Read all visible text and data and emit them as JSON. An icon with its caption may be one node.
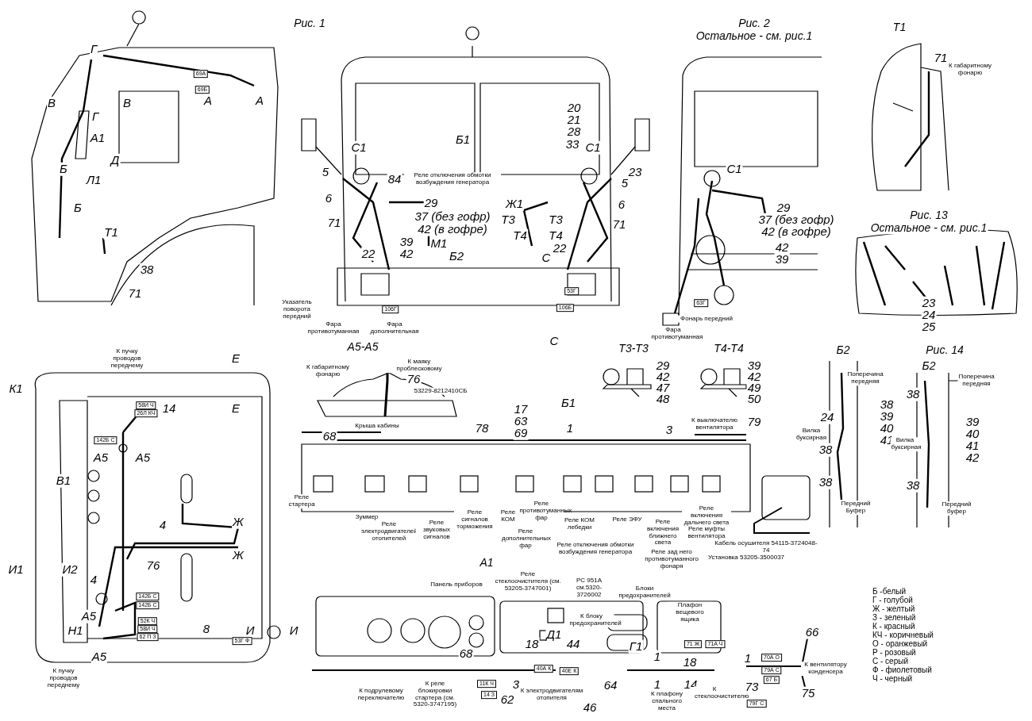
{
  "diagram": {
    "labels": [
      "Рис. 1",
      "Г",
      "69А",
      "69Б",
      "В",
      "В",
      "А",
      "А",
      "Г",
      "А1",
      "Д",
      "Б",
      "Л1",
      "Б",
      "Т1",
      "38",
      "71",
      "20",
      "21",
      "28",
      "33",
      "С1",
      "С1",
      "Б1",
      "5",
      "84",
      "Реле отключения обмотки возбуждения генератора",
      "23",
      "5",
      "6",
      "29",
      "37 (без гофр)",
      "42 (в гофре)",
      "Ж1",
      "Т3",
      "Т3",
      "6",
      "71",
      "71",
      "Т4",
      "Т4",
      "39",
      "42",
      "М1",
      "22",
      "22",
      "Б2",
      "С",
      "53Г",
      "106Г",
      "106Б",
      "Указатель поворота передний",
      "Фара противотуманная",
      "Фара дополнительная",
      "С",
      "Рис. 2",
      "Остальное - см. рис.1",
      "С1",
      "29",
      "37 (без гофр)",
      "42 (в гофре)",
      "42",
      "39",
      "63Г",
      "Фонарь передний",
      "Фара противотуманная",
      "Т1",
      "71",
      "К габаритному фонарю",
      "Рис. 13",
      "Остальное - см. рис.1",
      "23",
      "24",
      "25",
      "К пучку проводов переднему",
      "Е",
      "К1",
      "14",
      "Е",
      "58И Ч",
      "26Л КЧ",
      "142Б С",
      "А5",
      "А5",
      "В1",
      "4",
      "Ж",
      "Ж",
      "И1",
      "И2",
      "76",
      "4",
      "142Б С",
      "142Б С",
      "А5",
      "Н1",
      "52К Ч",
      "58И Ч",
      "62 П З",
      "8",
      "И",
      "И",
      "53Г Ф",
      "А5",
      "К пучку проводов переднему",
      "А5-А5",
      "К габаритному фонарю",
      "К маяку проблесковому",
      "76",
      "53229-8212410СБ",
      "Крыша кабины",
      "Т3-Т3",
      "29",
      "42",
      "47",
      "48",
      "Т4-Т4",
      "39",
      "42",
      "49",
      "50",
      "Б1",
      "17",
      "63",
      "69",
      "78",
      "1",
      "3",
      "К выключателю вентилятора",
      "79",
      "68",
      "Реле стартера",
      "Зуммер",
      "Реле электродвигателей отопителей",
      "Реле звуковых сигналов",
      "Реле сигналов торможения",
      "Реле КОМ",
      "Реле противотуманных фар",
      "Реле дополнительных фар",
      "Реле КОМ лебедки",
      "Реле отключения обмотки возбуждения генератора",
      "Реле ЭФУ",
      "Реле включения ближнего света",
      "Реле зад него противотуманного фонаря",
      "Реле включения дальнего света",
      "Реле муфты вентилятора",
      "Кабель осушителя 54115-3724048-74",
      "Установка 53205-3500037",
      "Б2",
      "Поперечина передняя",
      "24",
      "38",
      "39",
      "40",
      "41",
      "Вилка буксирная",
      "38",
      "38",
      "Передний Буфер",
      "Рис. 14",
      "Б2",
      "Поперечина передняя",
      "38",
      "39",
      "40",
      "41",
      "42",
      "Вилка буксирная",
      "38",
      "Передний буфер",
      "А1",
      "Панель приборов",
      "Реле стеклоочистителя (см. 53205-3747001)",
      "РС 951А см.5320-3726002",
      "Блоки предохранителей",
      "К блоку предохранителей",
      "Плафон вещевого ящика",
      "71 Ж",
      "71А Ч",
      "Д1",
      "18",
      "44",
      "Г1",
      "1",
      "18",
      "68",
      "40А К",
      "40Е К",
      "3",
      "62",
      "11К Ч",
      "14 З",
      "64",
      "46",
      "1",
      "14",
      "К подрулевому переключателю",
      "К реле блокировки стартера (см. 5320-3747195)",
      "К электродвигателям отопителя",
      "К плафону спального места",
      "К стеклоочистителю",
      "66",
      "К вентилятору конденсера",
      "1",
      "73",
      "75",
      "70А О",
      "79А С",
      "67 Б",
      "79Г С",
      "Б -белый",
      "Г - голубой",
      "Ж - желтый",
      "З - зеленый",
      "К - красный",
      "КЧ - коричневый",
      "О - оранжевый",
      "Р - розовый",
      "С - серый",
      "Ф - фиолетовый",
      "Ч - черный"
    ]
  }
}
